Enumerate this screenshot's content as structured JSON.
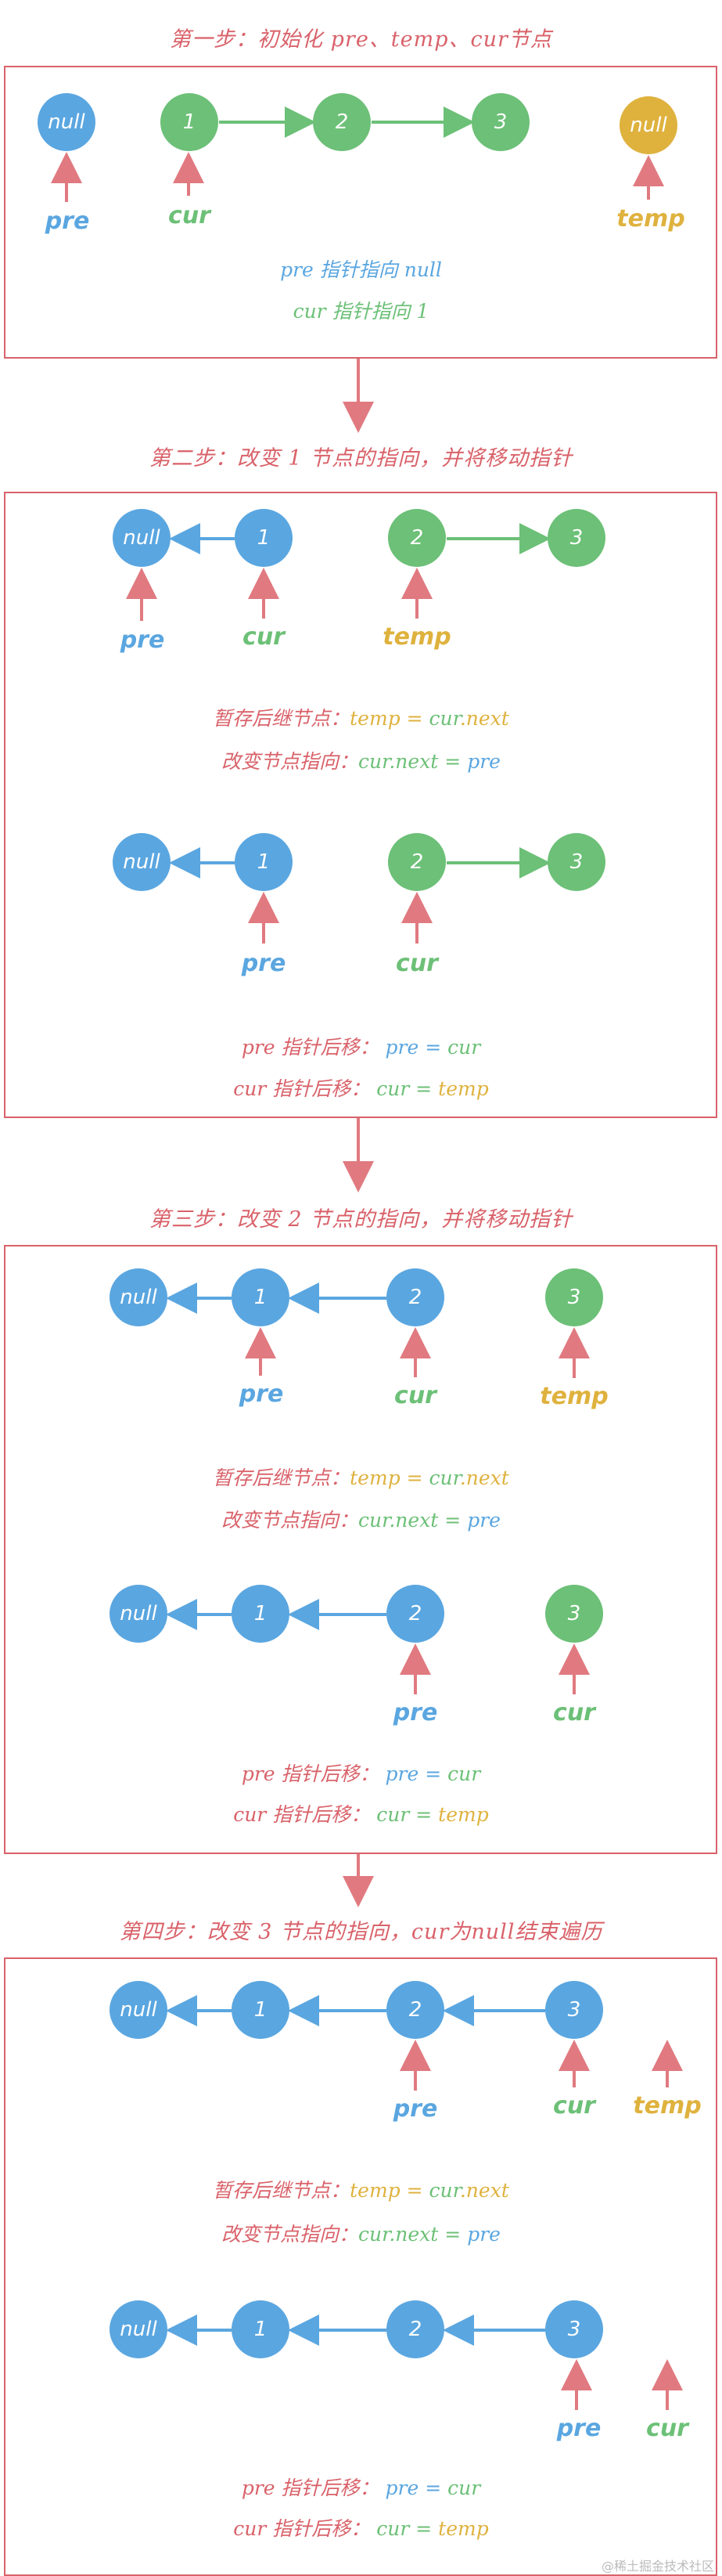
{
  "colors": {
    "red": "#d9626a",
    "blue": "#5aa6e0",
    "green": "#6cc077",
    "yellow": "#dfb23e"
  },
  "steps": [
    {
      "title": "第一步：初始化 pre、temp、cur节点",
      "diagram1": {
        "nodes": [
          "null",
          "1",
          "2",
          "3",
          "null"
        ],
        "pointers": [
          "pre",
          "cur",
          "temp"
        ]
      },
      "lines": [
        {
          "parts": [
            "pre",
            " 指针指向 ",
            "null"
          ]
        },
        {
          "parts": [
            "cur",
            " 指针指向 ",
            "1"
          ]
        }
      ]
    },
    {
      "title": "第二步：改变 1 节点的指向，并将移动指针",
      "diagram1": {
        "nodes": [
          "null",
          "1",
          "2",
          "3"
        ],
        "pointers": [
          "pre",
          "cur",
          "temp"
        ]
      },
      "lines1": [
        {
          "parts": [
            "暂存后继节点：",
            "temp",
            " = ",
            "cur",
            ".next"
          ]
        },
        {
          "parts": [
            "改变节点指向：",
            "cur",
            ".next = ",
            "pre"
          ]
        }
      ],
      "diagram2": {
        "nodes": [
          "null",
          "1",
          "2",
          "3"
        ],
        "pointers": [
          "pre",
          "cur"
        ]
      },
      "lines2": [
        {
          "parts": [
            "pre",
            " 指针后移： ",
            "pre",
            " = ",
            "cur"
          ]
        },
        {
          "parts": [
            "cur",
            " 指针后移： ",
            "cur",
            " = ",
            "temp"
          ]
        }
      ]
    },
    {
      "title": "第三步：改变 2 节点的指向，并将移动指针",
      "diagram1": {
        "nodes": [
          "null",
          "1",
          "2",
          "3"
        ],
        "pointers": [
          "pre",
          "cur",
          "temp"
        ]
      },
      "lines1": [
        {
          "parts": [
            "暂存后继节点：",
            "temp",
            " = ",
            "cur",
            ".next"
          ]
        },
        {
          "parts": [
            "改变节点指向：",
            "cur",
            ".next = ",
            "pre"
          ]
        }
      ],
      "diagram2": {
        "nodes": [
          "null",
          "1",
          "2",
          "3"
        ],
        "pointers": [
          "pre",
          "cur"
        ]
      },
      "lines2": [
        {
          "parts": [
            "pre",
            " 指针后移： ",
            "pre",
            " = ",
            "cur"
          ]
        },
        {
          "parts": [
            "cur",
            " 指针后移： ",
            "cur",
            " = ",
            "temp"
          ]
        }
      ]
    },
    {
      "title": "第四步：改变 3 节点的指向，cur为null结束遍历",
      "diagram1": {
        "nodes": [
          "null",
          "1",
          "2",
          "3"
        ],
        "pointers": [
          "pre",
          "cur",
          "temp"
        ]
      },
      "lines1": [
        {
          "parts": [
            "暂存后继节点：",
            "temp",
            " = ",
            "cur",
            ".next"
          ]
        },
        {
          "parts": [
            "改变节点指向：",
            "cur",
            ".next = ",
            "pre"
          ]
        }
      ],
      "diagram2": {
        "nodes": [
          "null",
          "1",
          "2",
          "3"
        ],
        "pointers": [
          "pre",
          "cur"
        ]
      },
      "lines2": [
        {
          "parts": [
            "pre",
            " 指针后移： ",
            "pre",
            " = ",
            "cur"
          ]
        },
        {
          "parts": [
            "cur",
            " 指针后移： ",
            "cur",
            " = ",
            "temp"
          ]
        }
      ]
    }
  ],
  "watermark": "@稀土掘金技术社区"
}
